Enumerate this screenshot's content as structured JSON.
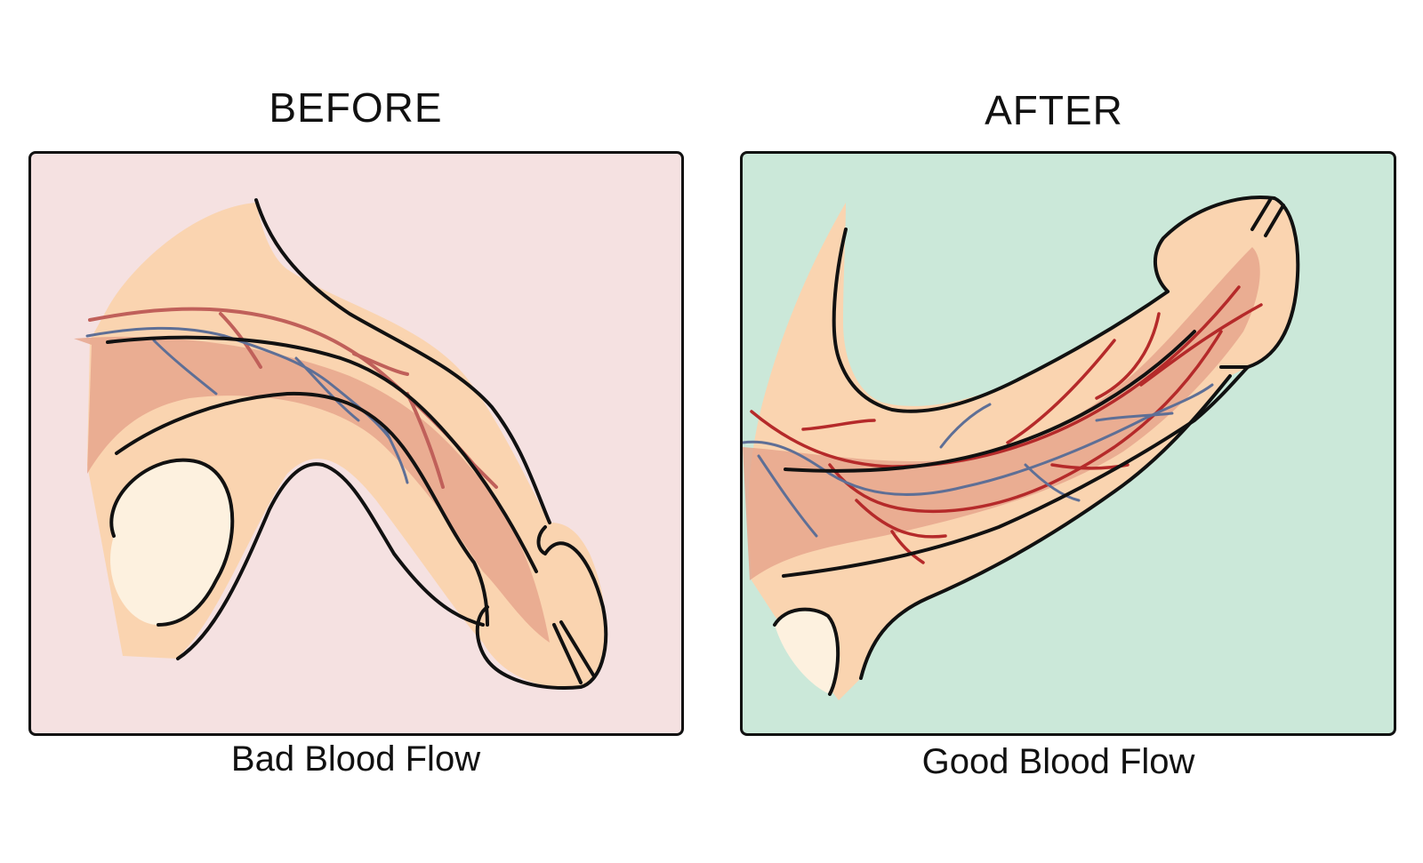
{
  "panels": [
    {
      "heading": "BEFORE",
      "caption": "Bad Blood Flow",
      "background_color": "#f5e1e1",
      "illustration": "flaccid-organ-sparse-vessels"
    },
    {
      "heading": "AFTER",
      "caption": "Good Blood Flow",
      "background_color": "#cbe8d9",
      "illustration": "erect-organ-dense-vessels"
    }
  ],
  "colors": {
    "skin": "#fad4b0",
    "tissue": "#e6a68d",
    "testis": "#fdf1df",
    "artery": "#b52a2a",
    "artery_faint": "#c0605a",
    "vein": "#5e6f96",
    "outline": "#111111"
  }
}
